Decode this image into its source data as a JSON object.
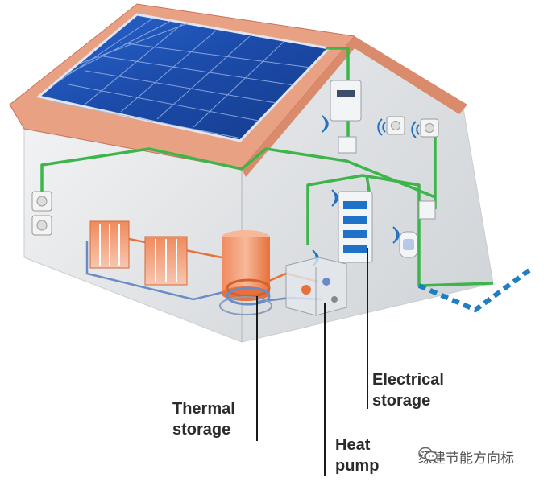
{
  "labels": {
    "thermal_storage": [
      "Thermal",
      "storage"
    ],
    "electrical_storage": [
      "Electrical",
      "storage"
    ],
    "heat_pump": [
      "Heat",
      "pump"
    ]
  },
  "watermark": {
    "text": "绿建节能方向标",
    "icon": "wechat-icon"
  },
  "colors": {
    "solar_panel": "#1a4fb0",
    "roof": "#e9a184",
    "wall": "#eceeef",
    "wiring": "#3db54a",
    "grid_cable": "#1f7fc4",
    "hot_pipe": "#e8703a",
    "cold_pipe": "#6a8cc6",
    "label_text": "#2b2b2b"
  }
}
